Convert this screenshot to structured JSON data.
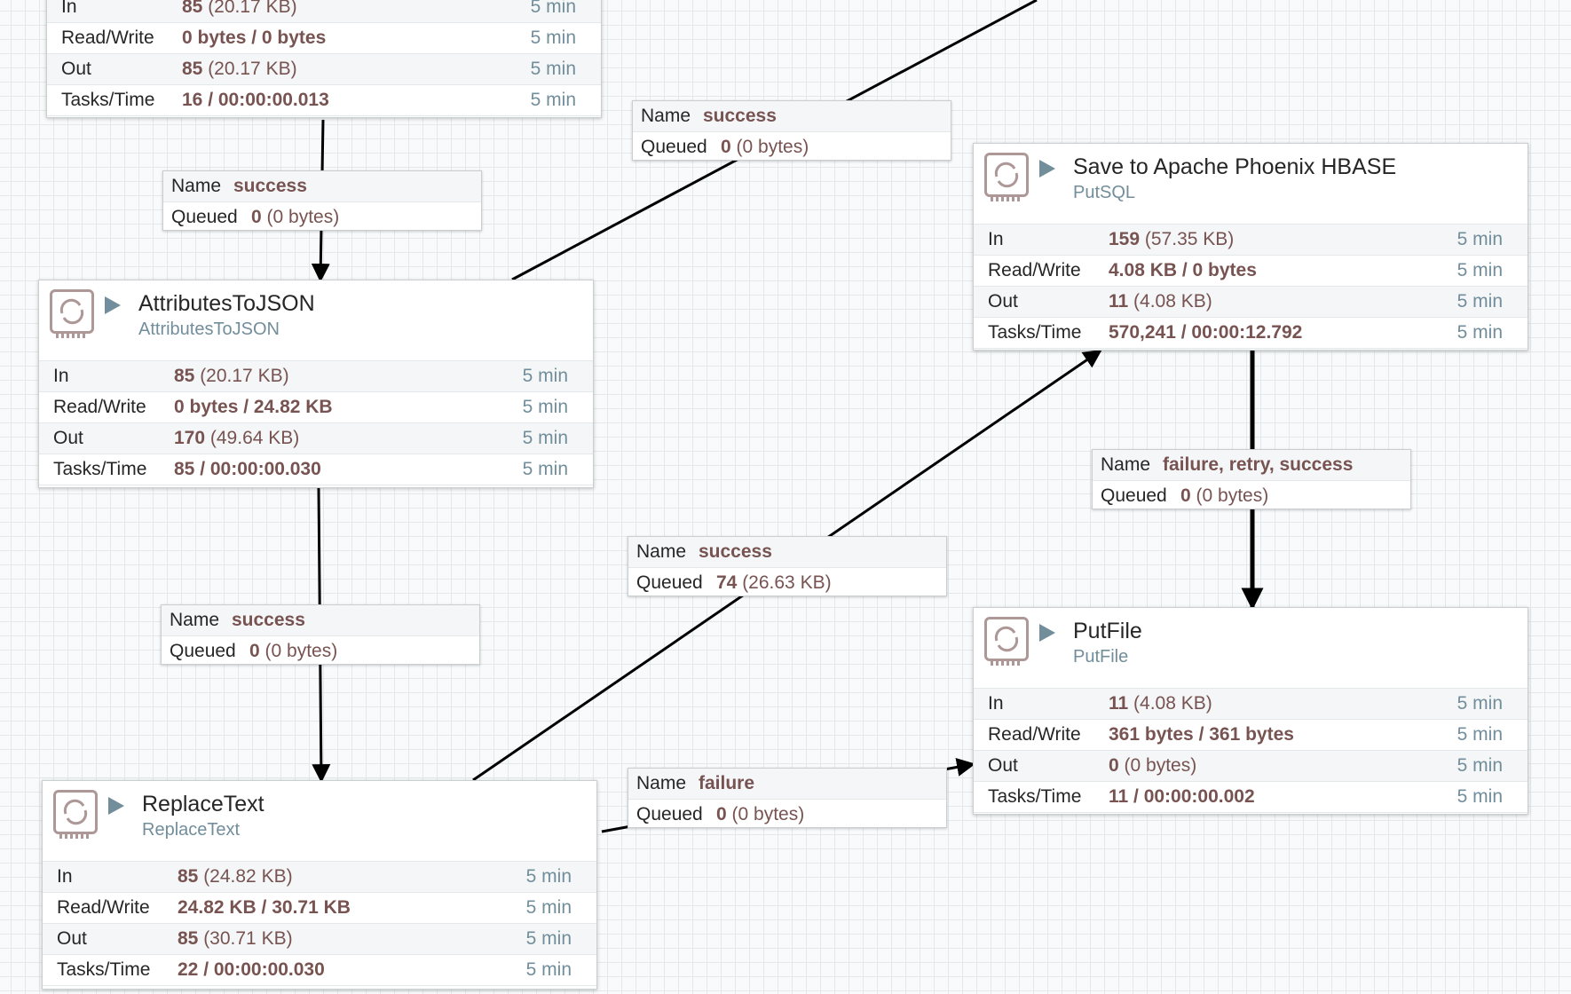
{
  "labels": {
    "in": "In",
    "rw": "Read/Write",
    "out": "Out",
    "tasks": "Tasks/Time",
    "name": "Name",
    "queued": "Queued"
  },
  "processors": {
    "top": {
      "in": {
        "count": "85",
        "size": " (20.17 KB)",
        "time": "5 min"
      },
      "rw": {
        "value": "0 bytes / 0 bytes",
        "time": "5 min"
      },
      "out": {
        "count": "85",
        "size": " (20.17 KB)",
        "time": "5 min"
      },
      "tasks": {
        "value": "16 / 00:00:00.013",
        "time": "5 min"
      }
    },
    "attributes": {
      "name": "AttributesToJSON",
      "type": "AttributesToJSON",
      "in": {
        "count": "85",
        "size": " (20.17 KB)",
        "time": "5 min"
      },
      "rw": {
        "value": "0 bytes / 24.82 KB",
        "time": "5 min"
      },
      "out": {
        "count": "170",
        "size": " (49.64 KB)",
        "time": "5 min"
      },
      "tasks": {
        "value": "85 / 00:00:00.030",
        "time": "5 min"
      }
    },
    "replace": {
      "name": "ReplaceText",
      "type": "ReplaceText",
      "in": {
        "count": "85",
        "size": " (24.82 KB)",
        "time": "5 min"
      },
      "rw": {
        "value": "24.82 KB / 30.71 KB",
        "time": "5 min"
      },
      "out": {
        "count": "85",
        "size": " (30.71 KB)",
        "time": "5 min"
      },
      "tasks": {
        "value": "22 / 00:00:00.030",
        "time": "5 min"
      }
    },
    "phoenix": {
      "name": "Save to Apache Phoenix HBASE",
      "type": "PutSQL",
      "in": {
        "count": "159",
        "size": " (57.35 KB)",
        "time": "5 min"
      },
      "rw": {
        "value": "4.08 KB / 0 bytes",
        "time": "5 min"
      },
      "out": {
        "count": "11",
        "size": " (4.08 KB)",
        "time": "5 min"
      },
      "tasks": {
        "value": "570,241 / 00:00:12.792",
        "time": "5 min"
      }
    },
    "putfile": {
      "name": "PutFile",
      "type": "PutFile",
      "in": {
        "count": "11",
        "size": " (4.08 KB)",
        "time": "5 min"
      },
      "rw": {
        "value": "361 bytes / 361 bytes",
        "time": "5 min"
      },
      "out": {
        "count": "0",
        "size": " (0 bytes)",
        "time": "5 min"
      },
      "tasks": {
        "value": "11 / 00:00:00.002",
        "time": "5 min"
      }
    }
  },
  "connections": {
    "c1": {
      "name": "success",
      "count": "0",
      "size": " (0 bytes)"
    },
    "c2": {
      "name": "success",
      "count": "0",
      "size": " (0 bytes)"
    },
    "c3": {
      "name": "success",
      "count": "0",
      "size": " (0 bytes)"
    },
    "c4": {
      "name": "success",
      "count": "74",
      "size": " (26.63 KB)"
    },
    "c5": {
      "name": "failure",
      "count": "0",
      "size": " (0 bytes)"
    },
    "c6": {
      "name": "failure, retry, success",
      "count": "0",
      "size": " (0 bytes)"
    }
  }
}
